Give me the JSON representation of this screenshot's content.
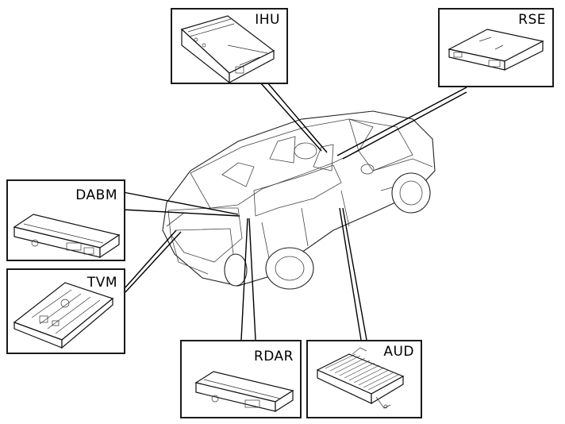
{
  "modules": {
    "ihu": {
      "label": "IHU"
    },
    "rse": {
      "label": "RSE"
    },
    "dabm": {
      "label": "DABM"
    },
    "tvm": {
      "label": "TVM"
    },
    "rdar": {
      "label": "RDAR"
    },
    "aud": {
      "label": "AUD"
    }
  }
}
